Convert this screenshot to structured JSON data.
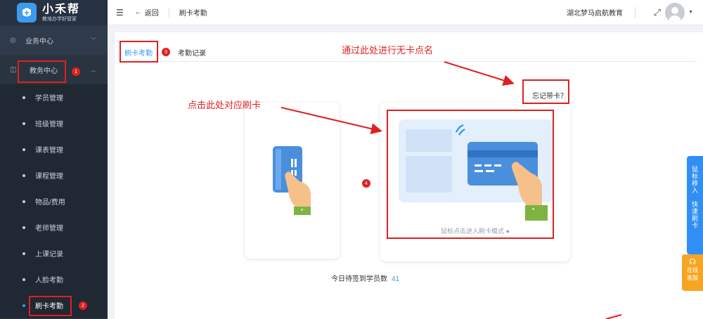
{
  "brand": {
    "name": "小禾帮",
    "tagline": "教培办学好管家"
  },
  "sidebar": {
    "groups": [
      {
        "label": "业务中心",
        "icon": "globe-icon"
      },
      {
        "label": "教务中心",
        "icon": "book-icon"
      }
    ],
    "items": [
      {
        "label": "学员管理"
      },
      {
        "label": "班级管理"
      },
      {
        "label": "课表管理"
      },
      {
        "label": "课程管理"
      },
      {
        "label": "物品/费用"
      },
      {
        "label": "老师管理"
      },
      {
        "label": "上课记录"
      },
      {
        "label": "人脸考勤"
      },
      {
        "label": "刷卡考勤"
      }
    ]
  },
  "topbar": {
    "back_label": "返回",
    "page_title": "刷卡考勤",
    "school_name": "湖北梦马启航教育"
  },
  "tabs": [
    {
      "label": "刷卡考勤"
    },
    {
      "label": "考勤记录"
    }
  ],
  "help_link": "忘记带卡？",
  "card_tip": "鼠标点击进入刷卡模式",
  "count": {
    "label": "今日待签到学员数",
    "value": "41"
  },
  "annotations": {
    "note_top": "通过此处进行无卡点名",
    "note_mid": "点击此处对应刷卡",
    "badges": [
      "1",
      "2",
      "3",
      "4"
    ]
  },
  "float_blue": "鼠标移入　快速刷卡",
  "float_orange": {
    "line1": "在线",
    "line2": "客服"
  },
  "colors": {
    "accent": "#3b9bef",
    "annotation": "#e02020",
    "sidebar": "#2f3a4a"
  }
}
